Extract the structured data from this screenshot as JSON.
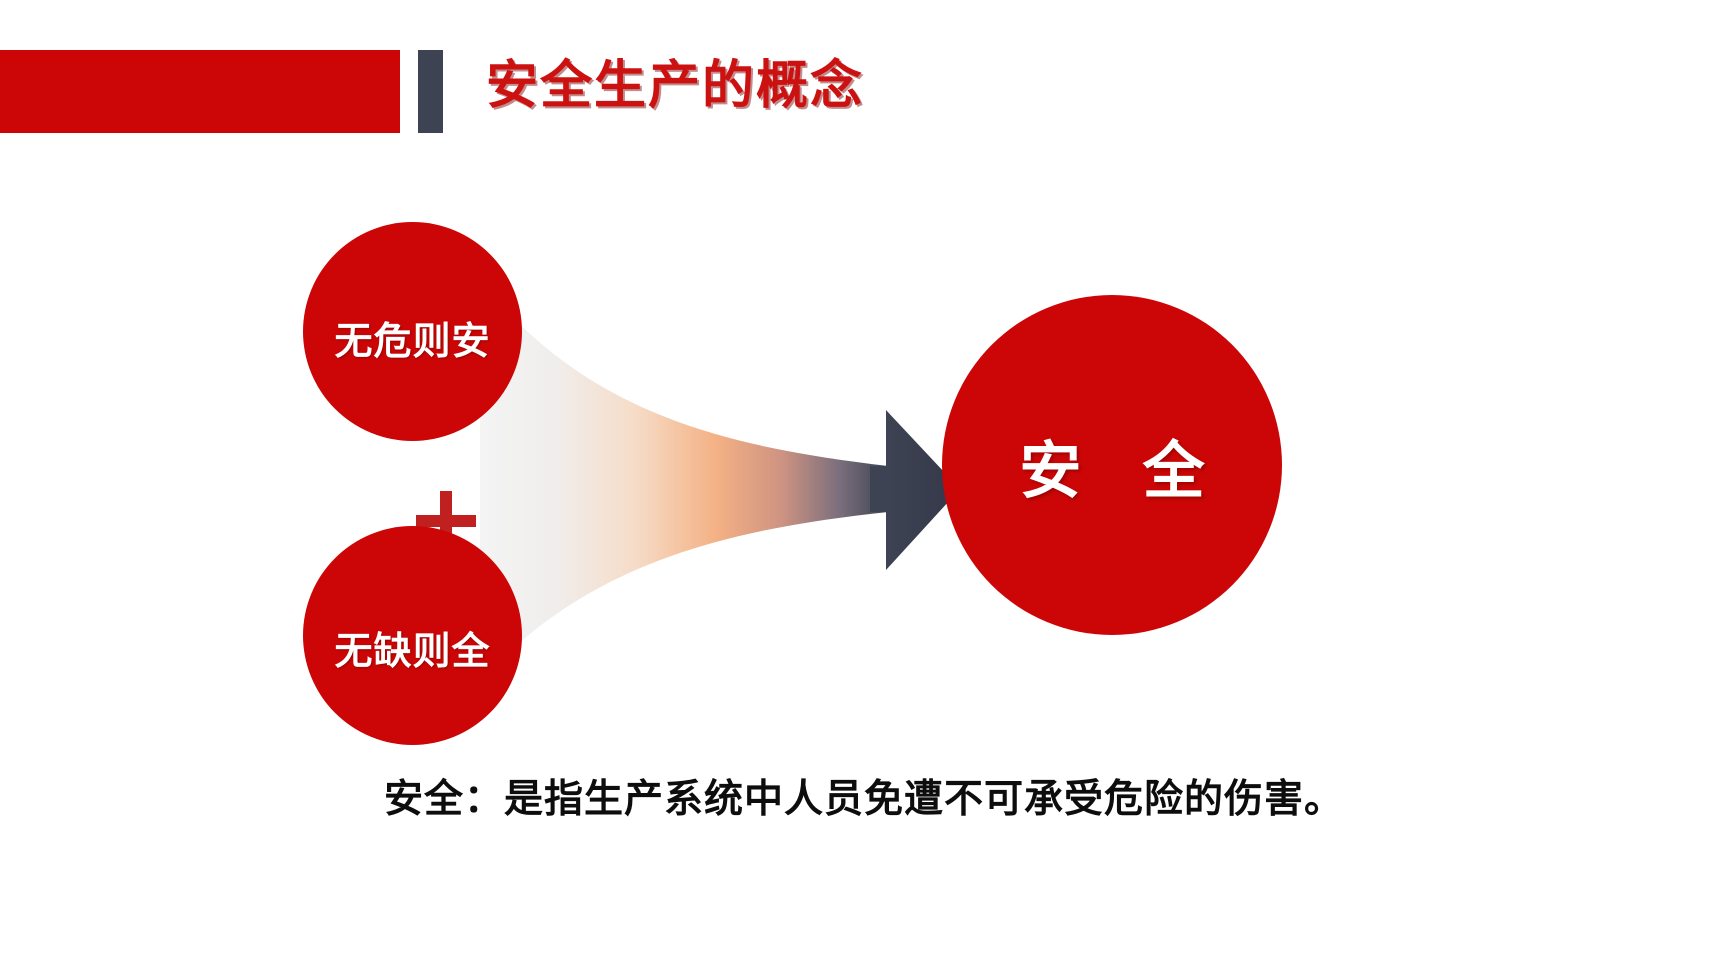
{
  "slide": {
    "background_color": "#FFFFFF",
    "accent_red": "#CC0606",
    "accent_slate": "#3E4354"
  },
  "header": {
    "band_label": "",
    "tick_label": "",
    "title": "安全生产的概念"
  },
  "diagram": {
    "inputs": [
      {
        "label": "无危则安"
      },
      {
        "label": "无缺则全"
      }
    ],
    "operator": "+",
    "connector": {
      "type": "funnel-arrow",
      "gradient_start": "#F2F2F2",
      "gradient_mid": "#F2B183",
      "gradient_end": "#3E4354"
    },
    "result": {
      "label": "安 全"
    }
  },
  "caption": {
    "text": "安全：是指生产系统中人员免遭不可承受危险的伤害。"
  }
}
